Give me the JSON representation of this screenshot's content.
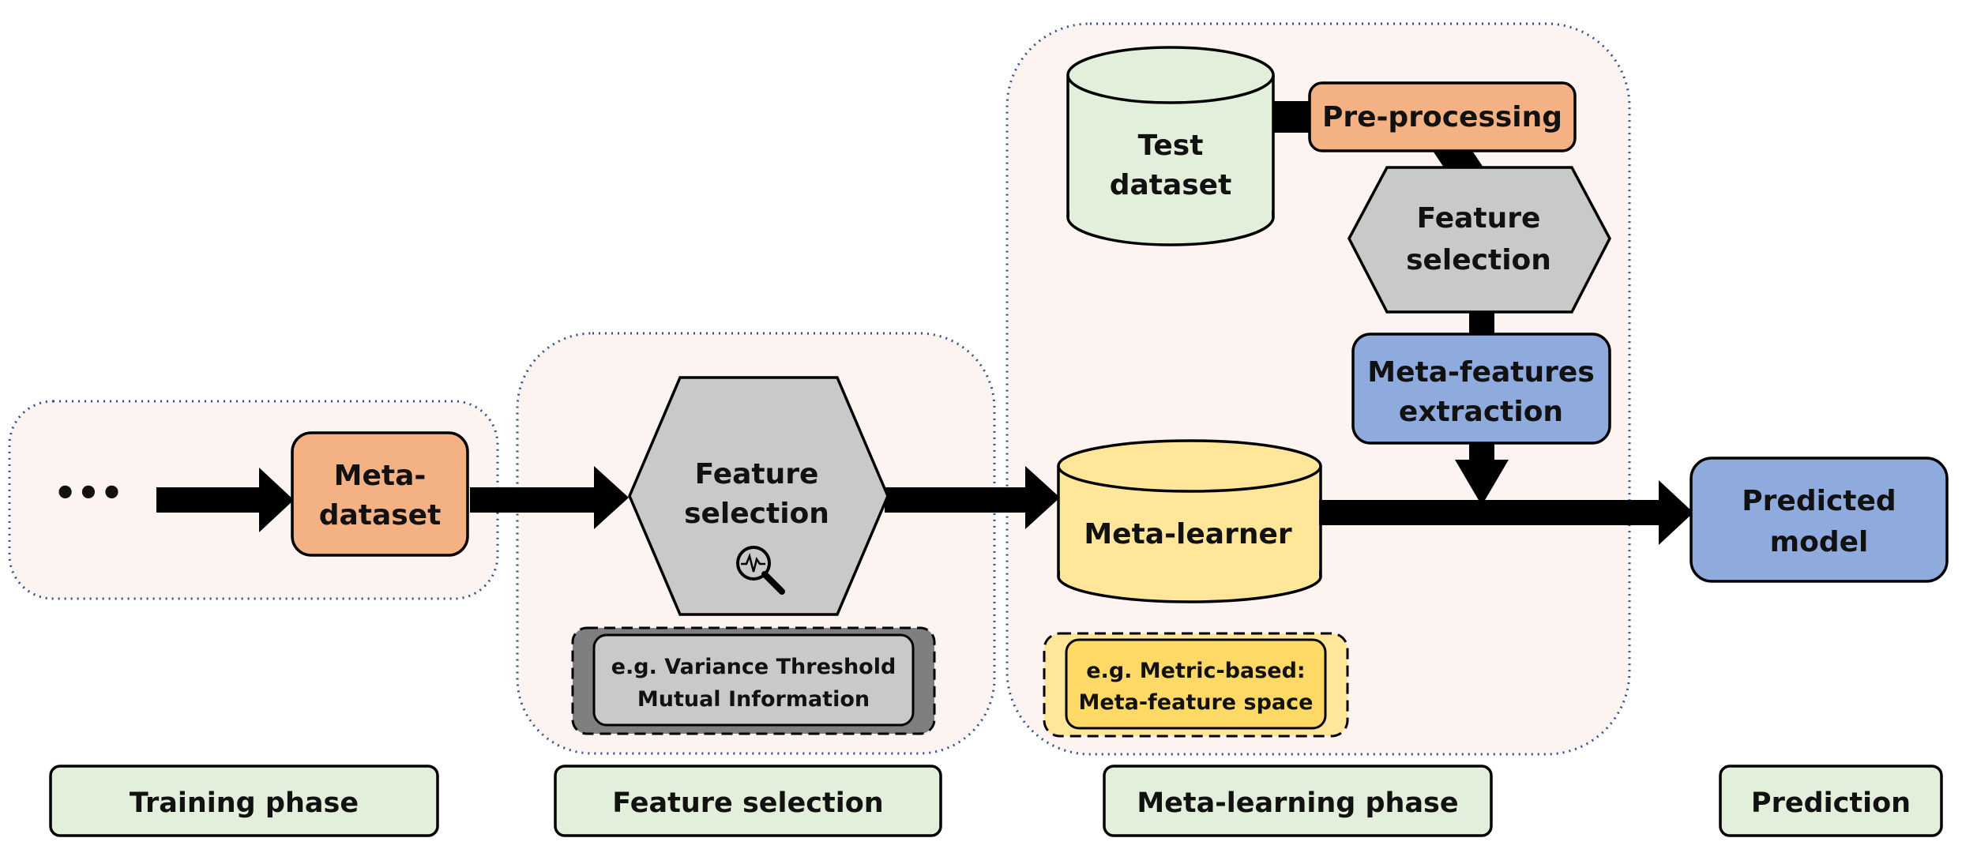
{
  "training": {
    "ellipsis": "•••",
    "meta_dataset": [
      "Meta-",
      "dataset"
    ]
  },
  "feature_selection": {
    "hexagon": [
      "Feature",
      "selection"
    ],
    "example": [
      "e.g. Variance Threshold",
      "Mutual Information"
    ]
  },
  "meta_learning": {
    "test_dataset": [
      "Test",
      "dataset"
    ],
    "preprocessing": "Pre-processing",
    "feature_selection": [
      "Feature",
      "selection"
    ],
    "meta_features_extraction": [
      "Meta-features",
      "extraction"
    ],
    "meta_learner": "Meta-learner",
    "example": [
      "e.g. Metric-based:",
      "Meta-feature space"
    ]
  },
  "prediction": {
    "predicted_model": [
      "Predicted",
      "model"
    ]
  },
  "phases": [
    "Training phase",
    "Feature selection",
    "Meta-learning phase",
    "Prediction"
  ],
  "colors": {
    "panel_fill": "#fdf3f0",
    "panel_border": "#2f4f8f",
    "orange": "#f4b183",
    "gray": "#c9c9c9",
    "dark_gray": "#7f7f7f",
    "green": "#e2efda",
    "yellow": "#ffe699",
    "yellow_dark": "#ffd966",
    "blue": "#8faadc",
    "black": "#000000"
  }
}
